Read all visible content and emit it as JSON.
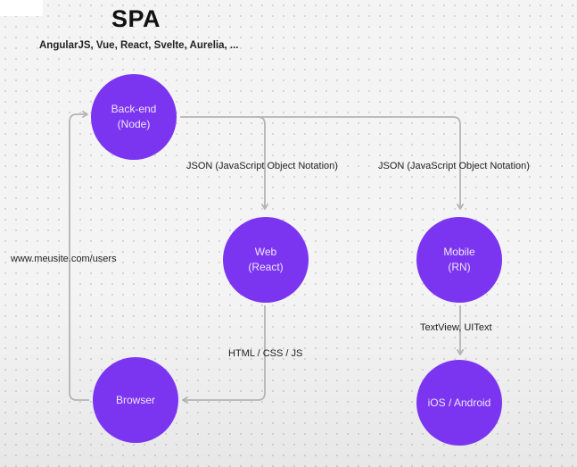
{
  "diagram": {
    "title": "SPA",
    "subtitle": "AngularJS, Vue, React, Svelte, Aurelia, ...",
    "nodes": {
      "backend": {
        "line1": "Back-end",
        "line2": "(Node)"
      },
      "web": {
        "line1": "Web",
        "line2": "(React)"
      },
      "mobile": {
        "line1": "Mobile",
        "line2": "(RN)"
      },
      "browser": {
        "line1": "Browser"
      },
      "ios_android": {
        "line1": "iOS / Android"
      }
    },
    "edges": {
      "json_web": "JSON (JavaScript Object Notation)",
      "json_mobile": "JSON (JavaScript Object Notation)",
      "url": "www.meusite.com/users",
      "html_css_js": "HTML / CSS / JS",
      "textview": "TextView, UIText"
    },
    "colors": {
      "node_fill": "#7b35f0",
      "connector": "#b4b4b4"
    }
  }
}
